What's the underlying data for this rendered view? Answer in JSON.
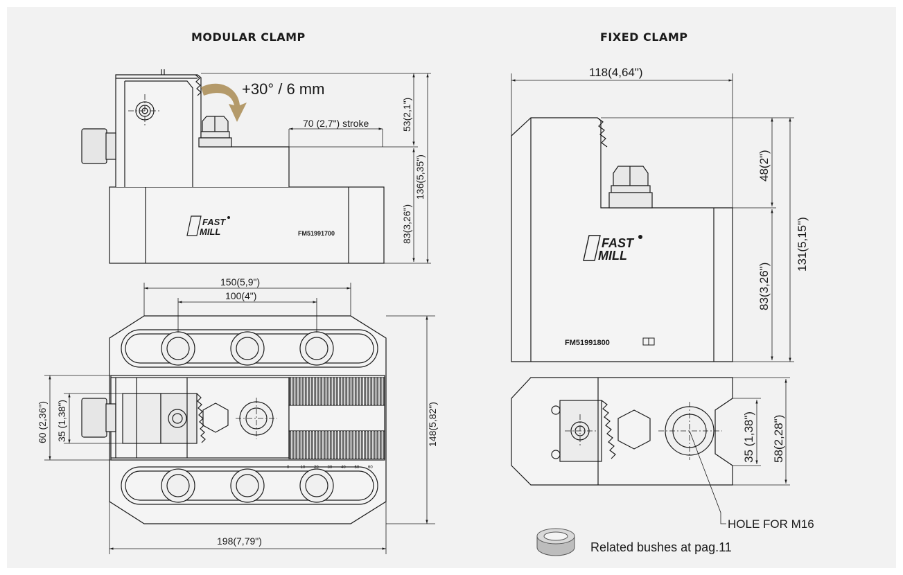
{
  "modular": {
    "title": "MODULAR CLAMP",
    "motion_label": "+30° / 6 mm",
    "stroke_label": "70 (2,7\") stroke",
    "dim_53": "53(2,1\")",
    "dim_136": "136(5,35\")",
    "dim_83": "83(3,26\")",
    "dim_150": "150(5,9\")",
    "dim_100": "100(4\")",
    "dim_148": "148(5,82\")",
    "dim_60": "60 (2,36\")",
    "dim_35": "35 (1,38\")",
    "dim_198": "198(7,79\")",
    "code": "FM51991700",
    "logo_top": "FAST",
    "logo_bottom": "MILL",
    "scale_ticks": [
      "0",
      "10",
      "20",
      "30",
      "40",
      "50",
      "60"
    ]
  },
  "fixed": {
    "title": "FIXED CLAMP",
    "dim_118": "118(4,64\")",
    "dim_48": "48(2\")",
    "dim_83": "83(3,26\")",
    "dim_131": "131(5,15\")",
    "dim_35": "35 (1,38\")",
    "dim_58": "58(2,28\")",
    "code": "FM51991800",
    "logo_top": "FAST",
    "logo_bottom": "MILL",
    "hole_label": "HOLE FOR M16",
    "bushes_label": "Related bushes at pag.11"
  },
  "colors": {
    "background": "#f2f2f2",
    "line": "#1a1a1a",
    "arrow": "#b49a6a"
  }
}
